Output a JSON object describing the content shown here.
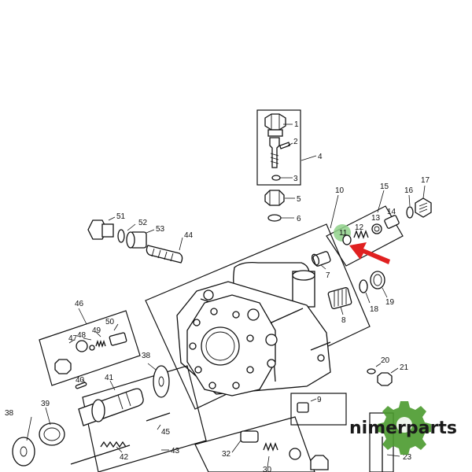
{
  "callouts": [
    {
      "id": "c1",
      "text": "1"
    },
    {
      "id": "c2",
      "text": "2"
    },
    {
      "id": "c3",
      "text": "3"
    },
    {
      "id": "c4",
      "text": "4"
    },
    {
      "id": "c5",
      "text": "5"
    },
    {
      "id": "c6",
      "text": "6"
    },
    {
      "id": "c7",
      "text": "7"
    },
    {
      "id": "c8",
      "text": "8"
    },
    {
      "id": "c9",
      "text": "9"
    },
    {
      "id": "c10",
      "text": "10"
    },
    {
      "id": "c11",
      "text": "11"
    },
    {
      "id": "c12",
      "text": "12"
    },
    {
      "id": "c13",
      "text": "13"
    },
    {
      "id": "c14",
      "text": "14"
    },
    {
      "id": "c15",
      "text": "15"
    },
    {
      "id": "c16",
      "text": "16"
    },
    {
      "id": "c17",
      "text": "17"
    },
    {
      "id": "c18",
      "text": "18"
    },
    {
      "id": "c19",
      "text": "19"
    },
    {
      "id": "c20",
      "text": "20"
    },
    {
      "id": "c21",
      "text": "21"
    },
    {
      "id": "c23",
      "text": "23"
    },
    {
      "id": "c30",
      "text": "30"
    },
    {
      "id": "c32",
      "text": "32"
    },
    {
      "id": "c38a",
      "text": "38"
    },
    {
      "id": "c38b",
      "text": "38"
    },
    {
      "id": "c39",
      "text": "39"
    },
    {
      "id": "c40",
      "text": "40"
    },
    {
      "id": "c41",
      "text": "41"
    },
    {
      "id": "c42",
      "text": "42"
    },
    {
      "id": "c43",
      "text": "43"
    },
    {
      "id": "c44",
      "text": "44"
    },
    {
      "id": "c45",
      "text": "45"
    },
    {
      "id": "c46",
      "text": "46"
    },
    {
      "id": "c47",
      "text": "47"
    },
    {
      "id": "c48",
      "text": "48"
    },
    {
      "id": "c49",
      "text": "49"
    },
    {
      "id": "c50",
      "text": "50"
    },
    {
      "id": "c51",
      "text": "51"
    },
    {
      "id": "c52",
      "text": "52"
    },
    {
      "id": "c53",
      "text": "53"
    }
  ],
  "watermark": {
    "text": "nimerparts",
    "icon": "gear-icon",
    "color": "#4a9a2e"
  },
  "highlight": {
    "part": "11",
    "color": "#8fd18a",
    "arrow_color": "#e02020",
    "arrow_icon": "arrow-icon"
  }
}
